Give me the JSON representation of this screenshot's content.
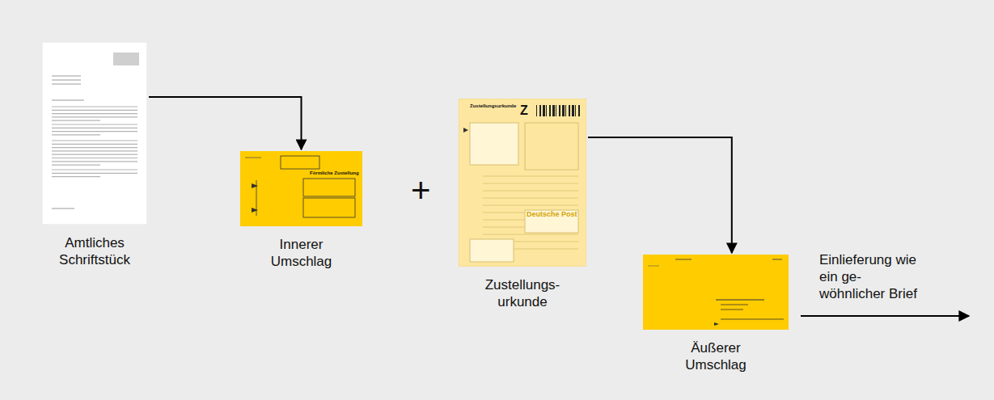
{
  "diagram": {
    "nodes": [
      {
        "text": [
          "Amtliches Schriftstück"
        ]
      },
      {
        "text": [
          "Innerer Umschlag"
        ]
      },
      {
        "text": [
          "Zustellungs- urkunde"
        ]
      },
      {
        "text": [
          "Äußerer Umschlag"
        ]
      }
    ],
    "edges": [
      {
        "from": 0,
        "to": 1,
        "arrow": "to"
      },
      {
        "from": 2,
        "to": 3,
        "arrow": "to"
      }
    ],
    "labels": [
      "+",
      "Einlieferung wie ein ge- wöhnlicher Brief",
      "Förmliche Zustellung",
      "Zustellungsurkunde",
      "Z",
      "Deutsche Post"
    ]
  }
}
